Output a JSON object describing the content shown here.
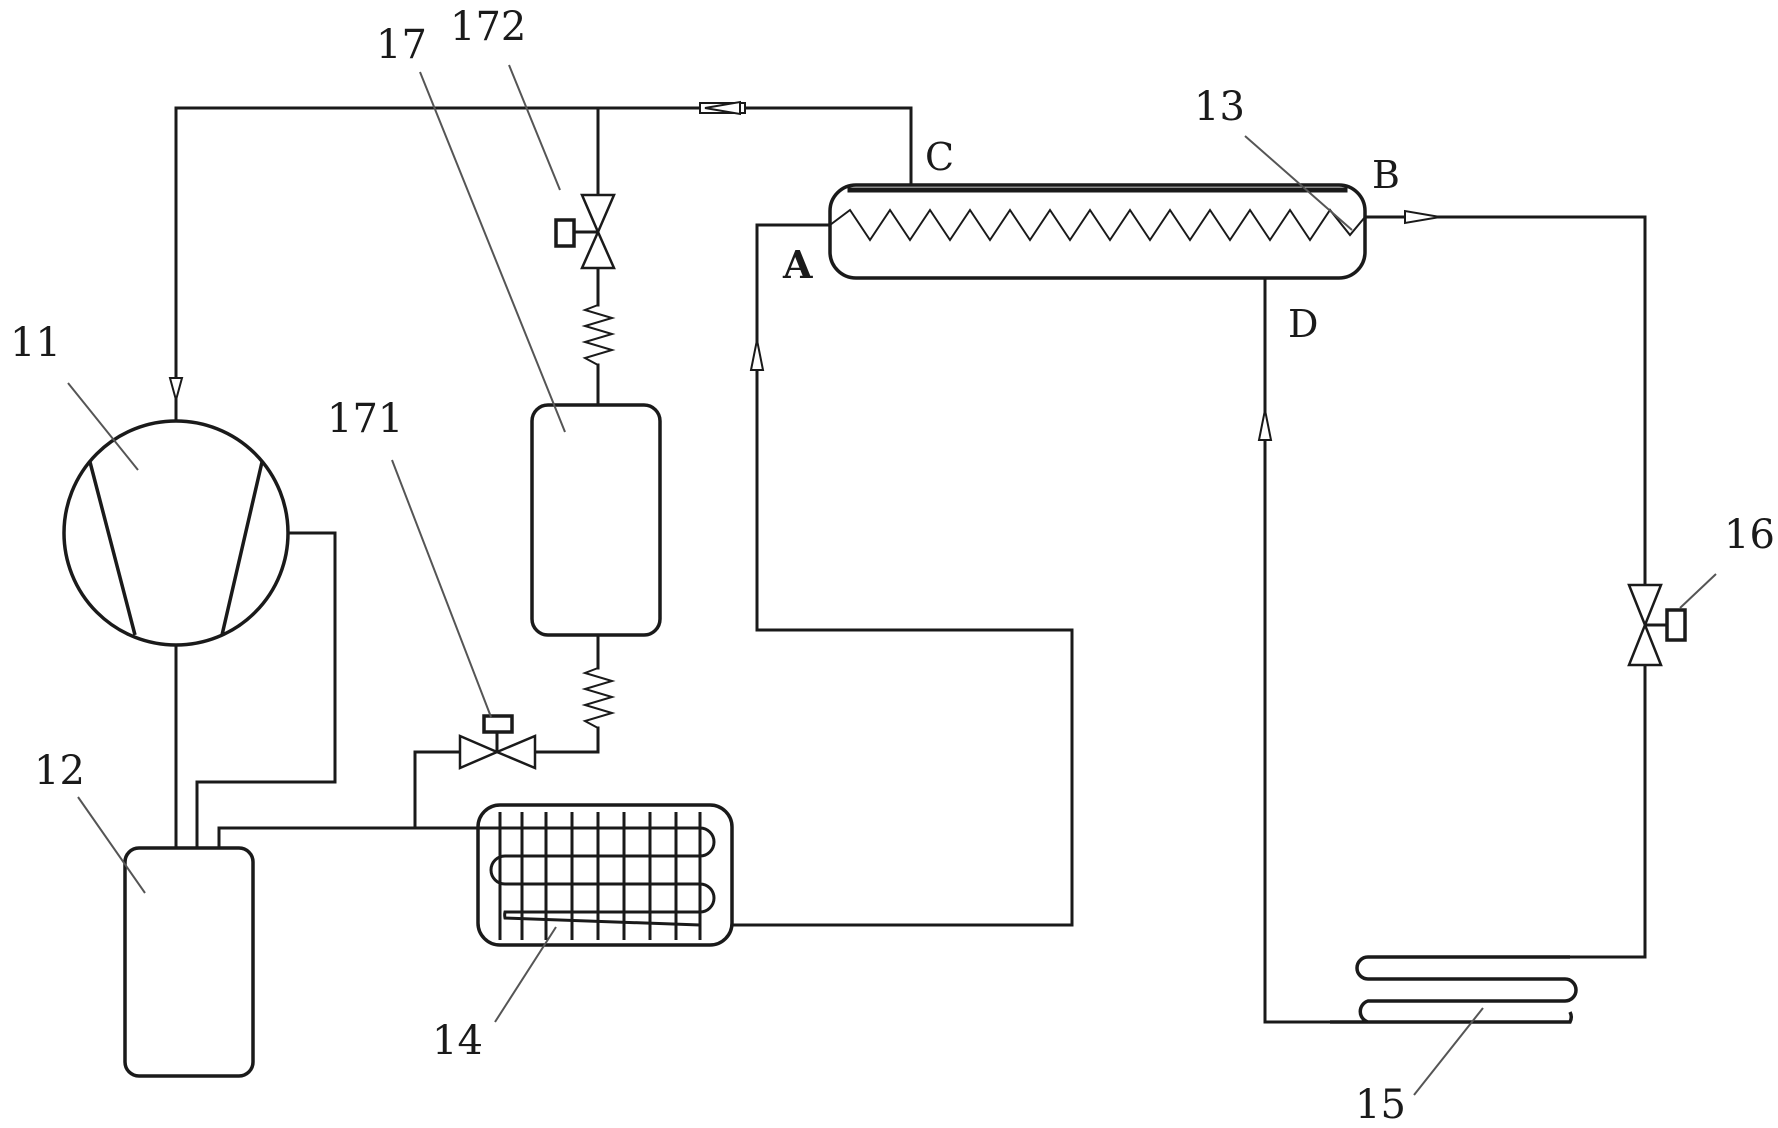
{
  "labels": {
    "compressor": "11",
    "accumulator": "12",
    "heat_exchanger": "13",
    "condenser": "14",
    "evaporator": "15",
    "expansion_valve": "16",
    "storage_tank": "17",
    "valve_lower": "171",
    "valve_upper": "172"
  },
  "ports": {
    "a": "A",
    "b": "B",
    "c": "C",
    "d": "D"
  },
  "colors": {
    "line": "#1a1a1a",
    "leader": "#555555",
    "background": "#ffffff"
  }
}
